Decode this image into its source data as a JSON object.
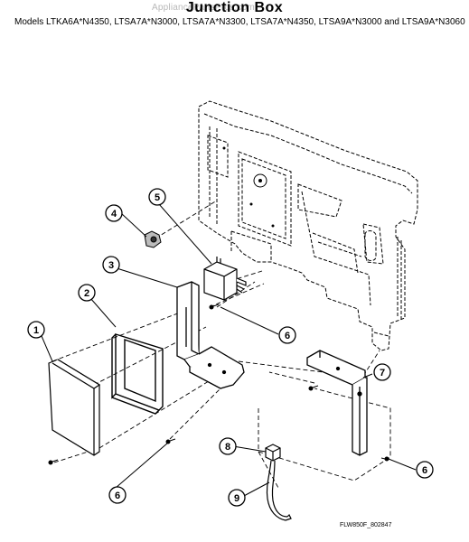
{
  "header": {
    "watermark": "AppliancePartsPros.com",
    "title": "Junction Box",
    "models": "Models LTKA6A*N4350, LTSA7A*N3000, LTSA7A*N3300, LTSA7A*N4350, LTSA9A*N3000 and LTSA9A*N3060"
  },
  "callouts": [
    {
      "id": "callout-1",
      "label": "1"
    },
    {
      "id": "callout-2",
      "label": "2"
    },
    {
      "id": "callout-3",
      "label": "3"
    },
    {
      "id": "callout-4",
      "label": "4"
    },
    {
      "id": "callout-5",
      "label": "5"
    },
    {
      "id": "callout-6a",
      "label": "6"
    },
    {
      "id": "callout-6b",
      "label": "6"
    },
    {
      "id": "callout-6c",
      "label": "6"
    },
    {
      "id": "callout-7",
      "label": "7"
    },
    {
      "id": "callout-8",
      "label": "8"
    },
    {
      "id": "callout-9",
      "label": "9"
    }
  ],
  "footer": {
    "drawing_code": "FLW850F_802847"
  }
}
